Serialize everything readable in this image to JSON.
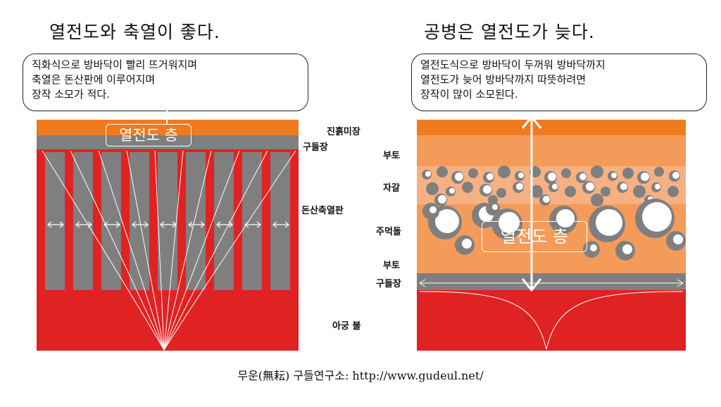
{
  "titles": {
    "left": "열전도와 축열이 좋다.",
    "right": "공병은 열전도가 늦다."
  },
  "bubbles": {
    "left": [
      "직화식으로 방바닥이 빨리 뜨거워지며",
      "축열은 돈산판에 이루어지며",
      "장작 소모가 적다."
    ],
    "right": [
      "열전도식으로 방바닥이 두꺼워 방바닥까지",
      "열전도가 늦어 방바닥까지 따뜻하려면",
      "장작이 많이 소모된다."
    ]
  },
  "layer_box": {
    "left": "열전도 층",
    "right": "열전도 층"
  },
  "labels": {
    "jinheuk": "진흙미장",
    "gudeul_left": "구들장",
    "donsan": "돈산축열판",
    "agung": "아궁 불",
    "butou_top": "부토",
    "jagal": "자갈",
    "jumeokdol": "주먹돌",
    "butou_bottom": "부토",
    "gudeul_right": "구들장"
  },
  "footer": "무운(無耘) 구들연구소: http://www.gudeul.net/",
  "colors": {
    "orange": "#f07a1e",
    "light_orange": "#f59b5a",
    "peach": "#f6b183",
    "gray": "#7f7f7f",
    "red": "#e02222",
    "white": "#ffffff"
  }
}
